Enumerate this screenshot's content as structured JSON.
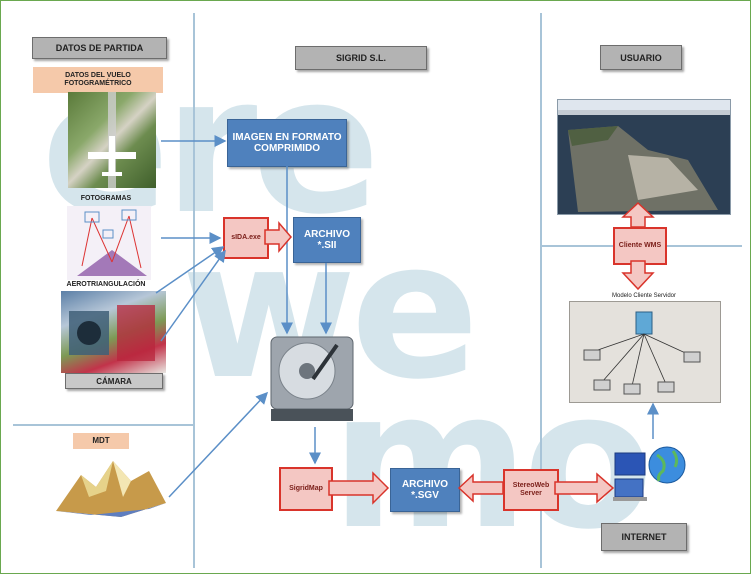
{
  "watermark": {
    "line1": "ere",
    "line2": "we",
    "line3": "mo"
  },
  "columns": {
    "left_header": "DATOS DE PARTIDA",
    "center_header": "SIGRID S.L.",
    "right_header": "USUARIO"
  },
  "inputs": {
    "flight_data": "DATOS DEL VUELO FOTOGRAMÉTRICO",
    "photograms": "FOTOGRAMAS",
    "aerotriangulation": "AEROTRIANGULACIÓN",
    "camera": "CÁMARA",
    "mdt": "MDT"
  },
  "center": {
    "compressed_image": "IMAGEN EN FORMATO COMPRIMIDO",
    "sidaexe": "sIDA.exe",
    "archivo_sii": "ARCHIVO *.SII",
    "sigridmap": "SigridMap",
    "archivo_sgv": "ARCHIVO *.SGV",
    "stereoweb_server": "StereoWeb Server"
  },
  "right": {
    "cliente_wms": "Cliente WMS",
    "modelo_title": "Modelo Cliente Servidor",
    "internet": "INTERNET"
  },
  "colors": {
    "blue_box": "#4f81bd",
    "red_border": "#d9342b",
    "red_fill": "#f4c7c3",
    "gray_label": "#b3b3b3",
    "salmon_label": "#f5c9aa",
    "arrow_blue": "#5b8fc7",
    "frame_green": "#6aa84f"
  }
}
